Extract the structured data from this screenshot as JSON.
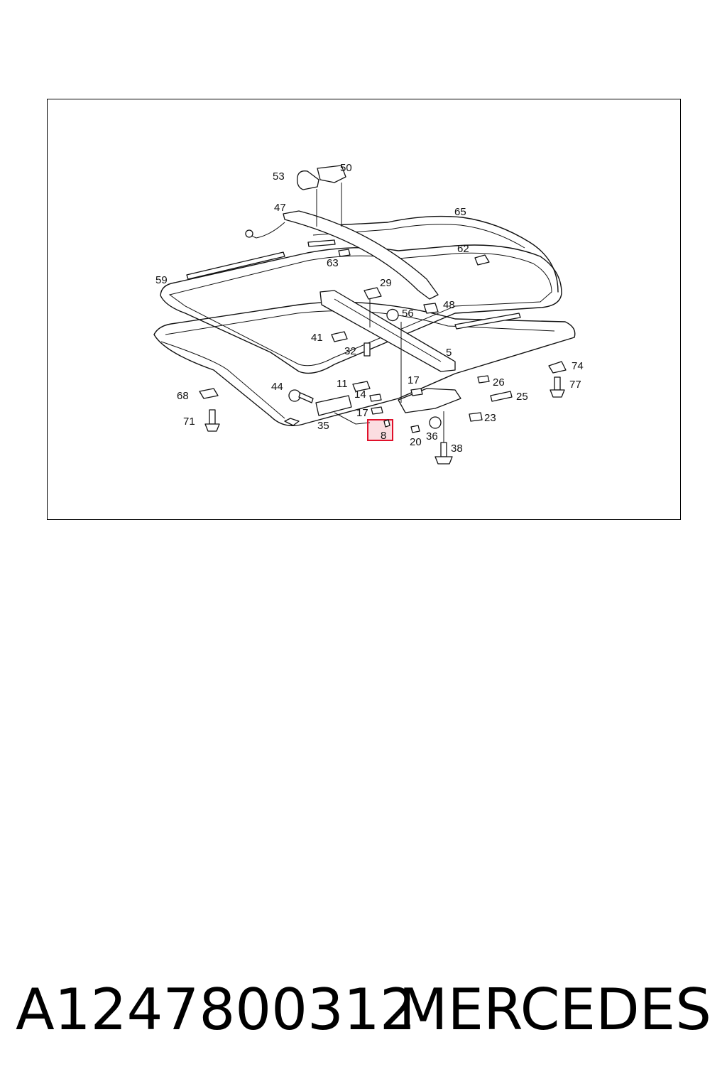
{
  "diagram": {
    "labels": {
      "l53": "53",
      "l50": "50",
      "l47": "47",
      "l65": "65",
      "l62": "62",
      "l63": "63",
      "l59": "59",
      "l29": "29",
      "l56": "56",
      "l48": "48",
      "l41": "41",
      "l32": "32",
      "l5": "5",
      "l74": "74",
      "l77": "77",
      "l26": "26",
      "l25": "25",
      "l23": "23",
      "l11": "11",
      "l17a": "17",
      "l14": "14",
      "l17b": "17",
      "l44": "44",
      "l68": "68",
      "l71": "71",
      "l35": "35",
      "l8": "8",
      "l20": "20",
      "l36": "36",
      "l38": "38"
    },
    "highlighted_part": "8",
    "highlight_color": "#e0102a"
  },
  "footer": {
    "part_number": "A1247800312",
    "brand": "MERCEDES"
  }
}
